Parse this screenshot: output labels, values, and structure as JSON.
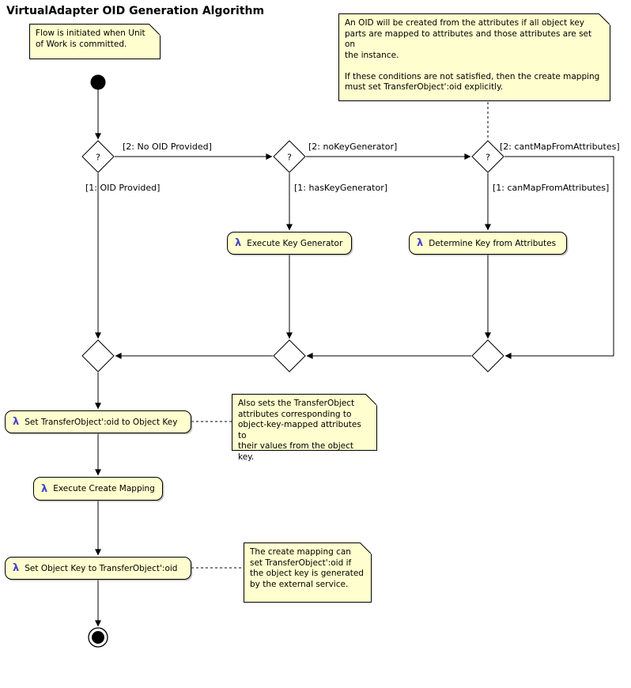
{
  "title": "VirtualAdapter OID Generation Algorithm",
  "notes": {
    "flow_initiated": "Flow is initiated when Unit\nof Work is committed.",
    "oid_creation": "An OID will be created from the attributes if all object key\nparts are mapped to attributes and those attributes are set on\nthe instance.\n\nIf these conditions are not satisfied, then the create mapping\nmust set TransferObject':oid explicitly.",
    "also_sets": "Also sets the TransferObject\nattributes corresponding to\nobject-key-mapped attributes to\ntheir values from the object key.",
    "create_mapping_can_set": "The create mapping can\nset TransferObject':oid if\nthe object key is generated\nby the external service."
  },
  "actions": {
    "lambda_icon": "λ",
    "execute_key_generator": "Execute Key Generator",
    "determine_key_from_attributes": "Determine Key from Attributes",
    "set_oid_to_object_key": "Set TransferObject':oid to Object Key",
    "execute_create_mapping": "Execute Create Mapping",
    "set_object_key_to_oid": "Set Object Key to TransferObject':oid"
  },
  "decisions": {
    "glyph": "?"
  },
  "edge_labels": {
    "no_oid_provided": "[2: No OID Provided]",
    "oid_provided": "[1: OID Provided]",
    "no_key_generator": "[2: noKeyGenerator]",
    "has_key_generator": "[1: hasKeyGenerator]",
    "cant_map_from_attributes": "[2: cantMapFromAttributes]",
    "can_map_from_attributes": "[1: canMapFromAttributes]"
  },
  "colors": {
    "node_fill": "#FEFECE",
    "node_border": "#000000",
    "lambda": "#4343CD",
    "line": "#000000",
    "background": "#FFFFFF"
  }
}
